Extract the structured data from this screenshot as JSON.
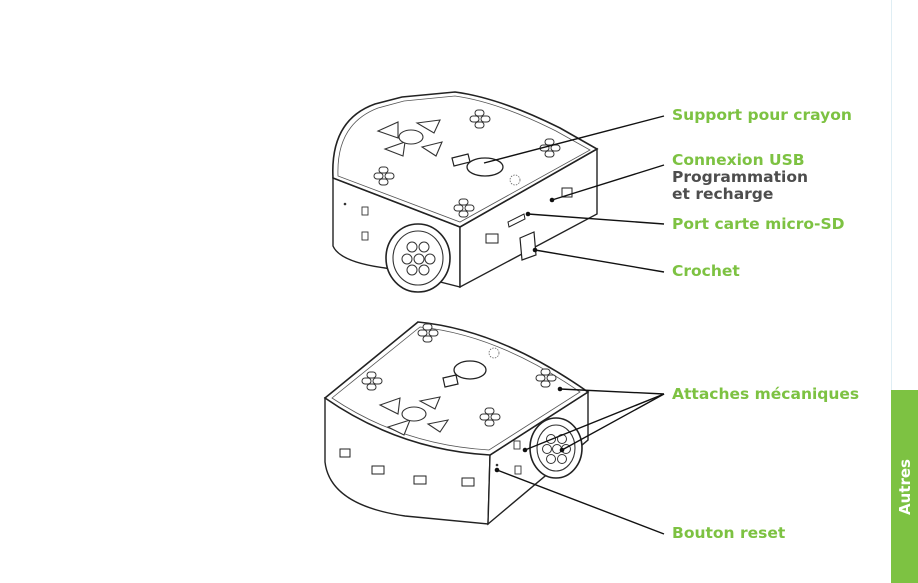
{
  "callouts": {
    "pen_holder": "Support pour crayon",
    "usb_connection": "Connexion USB",
    "programming_line1": "Programmation",
    "programming_line2": "et recharge",
    "micro_sd_port": "Port carte micro-SD",
    "hook": "Crochet",
    "mechanical_attachments": "Attaches mécaniques",
    "reset_button": "Bouton reset"
  },
  "side_tab": {
    "label": "Autres"
  },
  "colors": {
    "accent_green": "#7dc242",
    "label_gray": "#4d4d4d",
    "line_black": "#000000",
    "side_rule": "#dfeef4"
  }
}
